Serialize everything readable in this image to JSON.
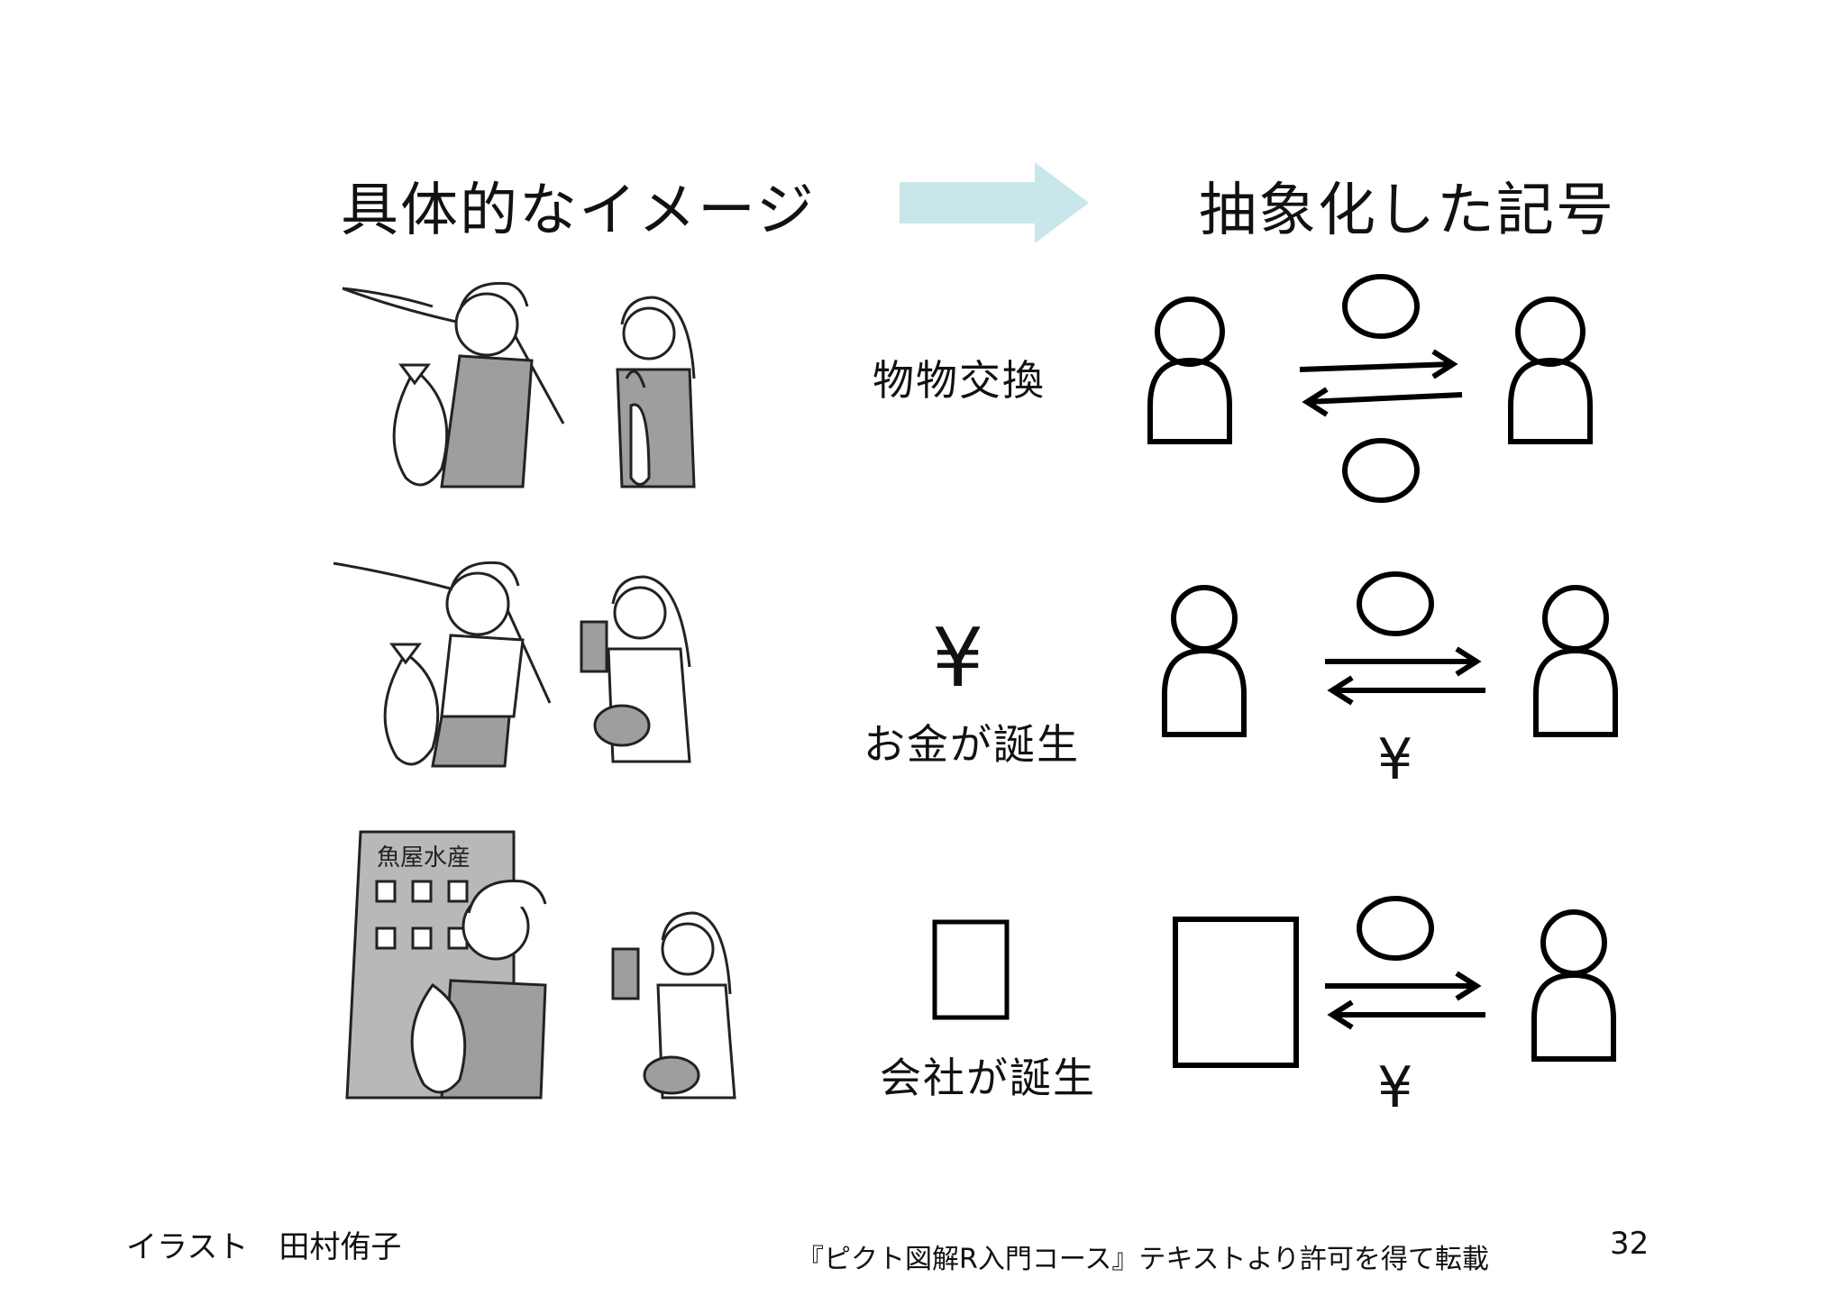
{
  "header": {
    "left_title": "具体的なイメージ",
    "right_title": "抽象化した記号",
    "arrow_color": "#c9e6ea"
  },
  "rows": [
    {
      "label": "物物交換",
      "icon": "circle-token",
      "illustration": "fisherman-and-woman-with-radish"
    },
    {
      "symbol": "¥",
      "label": "お金が誕生",
      "lower_symbol": "¥",
      "illustration": "fisherman-and-woman-with-bill"
    },
    {
      "symbol": "□",
      "label": "会社が誕生",
      "lower_symbol": "¥",
      "illustration": "fish-company-building-and-woman"
    }
  ],
  "building_sign": "魚屋水産",
  "footer": {
    "credit": "イラスト　田村侑子",
    "source": "『ピクト図解R入門コース』テキストより許可を得て転載",
    "page_number": "32"
  }
}
